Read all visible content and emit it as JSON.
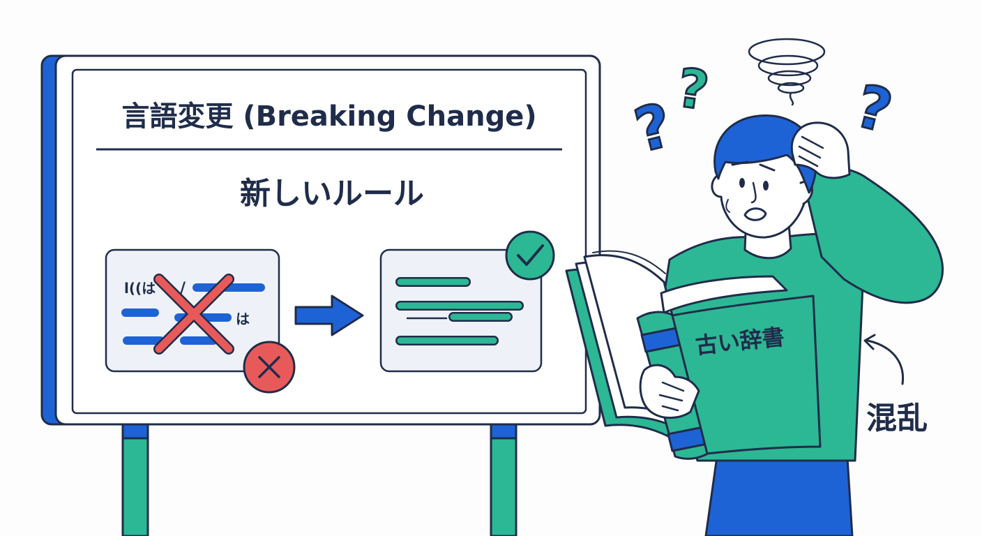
{
  "board": {
    "title": "言語変更 (Breaking Change)",
    "subtitle": "新しいルール",
    "old_code": {
      "fragment_1": "l((は",
      "fragment_2": "/",
      "fragment_3": "は"
    }
  },
  "book": {
    "label": "古い辞書"
  },
  "person": {
    "caption": "混乱"
  },
  "colors": {
    "navy": "#1f2c4a",
    "blue": "#1e63d6",
    "teal": "#2cb894",
    "red": "#e85a5a",
    "panel": "#eef2f8"
  }
}
